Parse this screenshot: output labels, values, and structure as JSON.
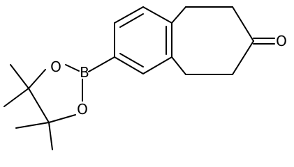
{
  "structure": {
    "atoms": {
      "boron": "B",
      "ring_oxygen_upper": "O",
      "ring_oxygen_lower": "O",
      "ketone_oxygen": "O"
    }
  }
}
